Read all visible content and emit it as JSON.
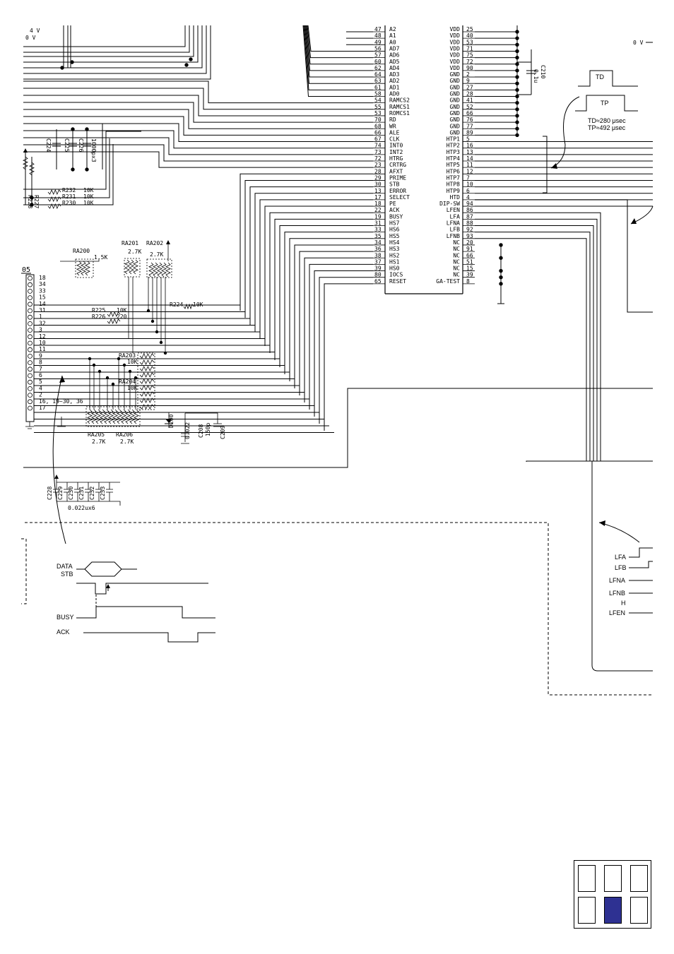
{
  "supply": {
    "v4": "4 V",
    "v0_left": "0 V",
    "v0_right": "0 V"
  },
  "ic_left_pins": [
    {
      "num": "47",
      "name": "A2"
    },
    {
      "num": "48",
      "name": "A1"
    },
    {
      "num": "49",
      "name": "A0"
    },
    {
      "num": "56",
      "name": "AD7"
    },
    {
      "num": "57",
      "name": "AD6"
    },
    {
      "num": "60",
      "name": "AD5"
    },
    {
      "num": "62",
      "name": "AD4"
    },
    {
      "num": "64",
      "name": "AD3"
    },
    {
      "num": "63",
      "name": "AD2"
    },
    {
      "num": "61",
      "name": "AD1"
    },
    {
      "num": "58",
      "name": "AD0"
    },
    {
      "num": "54",
      "name": "RAMCS2"
    },
    {
      "num": "55",
      "name": "RAMCS1"
    },
    {
      "num": "53",
      "name": "ROMCS1"
    },
    {
      "num": "70",
      "name": "RD"
    },
    {
      "num": "68",
      "name": "WR"
    },
    {
      "num": "66",
      "name": "ALE"
    },
    {
      "num": "67",
      "name": "CLK"
    },
    {
      "num": "74",
      "name": "INT0"
    },
    {
      "num": "73",
      "name": "INT2"
    },
    {
      "num": "72",
      "name": "HTRG"
    },
    {
      "num": "23",
      "name": "CRTRG"
    },
    {
      "num": "28",
      "name": "AFXT"
    },
    {
      "num": "29",
      "name": "PRIME"
    },
    {
      "num": "30",
      "name": "STB"
    },
    {
      "num": "13",
      "name": "ERROR"
    },
    {
      "num": "17",
      "name": "SELECT"
    },
    {
      "num": "18",
      "name": "PE"
    },
    {
      "num": "22",
      "name": "ACK"
    },
    {
      "num": "19",
      "name": "BUSY"
    },
    {
      "num": "31",
      "name": "HS7"
    },
    {
      "num": "33",
      "name": "HS6"
    },
    {
      "num": "35",
      "name": "HS5"
    },
    {
      "num": "34",
      "name": "HS4"
    },
    {
      "num": "36",
      "name": "HS3"
    },
    {
      "num": "38",
      "name": "HS2"
    },
    {
      "num": "37",
      "name": "HS1"
    },
    {
      "num": "39",
      "name": "HS0"
    },
    {
      "num": "80",
      "name": "IOCS"
    },
    {
      "num": "65",
      "name": "RESET"
    }
  ],
  "ic_right_pins": [
    {
      "name": "VDD",
      "num": "25"
    },
    {
      "name": "VDD",
      "num": "40"
    },
    {
      "name": "VDD",
      "num": "53"
    },
    {
      "name": "VDD",
      "num": "71"
    },
    {
      "name": "VDD",
      "num": "75"
    },
    {
      "name": "VDD",
      "num": "72"
    },
    {
      "name": "VDD",
      "num": "90"
    },
    {
      "name": "GND",
      "num": "2"
    },
    {
      "name": "GND",
      "num": "9"
    },
    {
      "name": "GND",
      "num": "27"
    },
    {
      "name": "GND",
      "num": "28"
    },
    {
      "name": "GND",
      "num": "41"
    },
    {
      "name": "GND",
      "num": "52"
    },
    {
      "name": "GND",
      "num": "66"
    },
    {
      "name": "GND",
      "num": "76"
    },
    {
      "name": "GND",
      "num": "77"
    },
    {
      "name": "GND",
      "num": "89"
    },
    {
      "name": "HTP1",
      "num": "5"
    },
    {
      "name": "HTP2",
      "num": "16"
    },
    {
      "name": "HTP3",
      "num": "13"
    },
    {
      "name": "HTP4",
      "num": "14"
    },
    {
      "name": "HTP5",
      "num": "11"
    },
    {
      "name": "HTP6",
      "num": "12"
    },
    {
      "name": "HTP7",
      "num": "7"
    },
    {
      "name": "HTP8",
      "num": "10"
    },
    {
      "name": "HTP9",
      "num": "6"
    },
    {
      "name": "HTD",
      "num": "4"
    },
    {
      "name": "DIP-SW",
      "num": "94"
    },
    {
      "name": "LFEN",
      "num": "86"
    },
    {
      "name": "LFA",
      "num": "87"
    },
    {
      "name": "LFNA",
      "num": "88"
    },
    {
      "name": "LFB",
      "num": "92"
    },
    {
      "name": "LFNB",
      "num": "93"
    },
    {
      "name": "NC",
      "num": "20"
    },
    {
      "name": "NC",
      "num": "91"
    },
    {
      "name": "NC",
      "num": "66"
    },
    {
      "name": "NC",
      "num": "51"
    },
    {
      "name": "NC",
      "num": "15"
    },
    {
      "name": "NC",
      "num": "39"
    },
    {
      "name": "GA-TEST",
      "num": "8"
    }
  ],
  "connector": {
    "label": "05",
    "pins": [
      "18",
      "34",
      "33",
      "15",
      "14",
      "31",
      "1",
      "32",
      "3",
      "12",
      "10",
      "11",
      "9",
      "8",
      "7",
      "6",
      "5",
      "4",
      "2",
      "16, 19~30, 36",
      "17"
    ]
  },
  "components": {
    "ra200": "RA200",
    "ra200_val": "1.5K",
    "ra201": "RA201",
    "ra201_val": "2.7K",
    "ra202": "RA202",
    "ra202_val": "2.7K",
    "r225": "R225",
    "r225_val": "10K",
    "r226": "R226",
    "r226_val": "220",
    "r224": "R224",
    "r224_val": "10K",
    "ra203": "RA203",
    "ra203_val": "10K",
    "ra204": "RA204",
    "ra204_val": "10K",
    "ra205": "RA205",
    "ra205_val": "2.7K",
    "ra206": "RA206",
    "ra206_val": "2.7K",
    "d200": "D200",
    "c208": "C208",
    "c208_val": "0.022",
    "c209": "C209",
    "c209_val": "150p",
    "r232": "R232",
    "r232_val": "10K",
    "r231": "R231",
    "r231_val": "10K",
    "r230": "R230",
    "r230_val": "10K",
    "r227": "R227",
    "r228": "R228",
    "c224": "C224",
    "c225": "C225",
    "c226": "C226",
    "c226_val": "1000px3",
    "c210": "C210",
    "c210_val": "0.1u",
    "caps_low": [
      "C228",
      "C229",
      "C230",
      "C231",
      "C232",
      "C233"
    ],
    "caps_low_val": "0.022ux6"
  },
  "timing_top": {
    "td": "TD",
    "tp": "TP",
    "td_val": "TD≈280 μsec",
    "tp_val": "TP≈492 μsec"
  },
  "waveforms_left": {
    "data": "DATA",
    "stb": "STB",
    "busy": "BUSY",
    "ack": "ACK"
  },
  "waveforms_right": {
    "lfa": "LFA",
    "lfb": "LFB",
    "lfna": "LFNA",
    "lfnb": "LFNB",
    "h": "H",
    "lfen": "LFEN"
  },
  "sheet_map": {
    "active": "bottom-middle"
  }
}
